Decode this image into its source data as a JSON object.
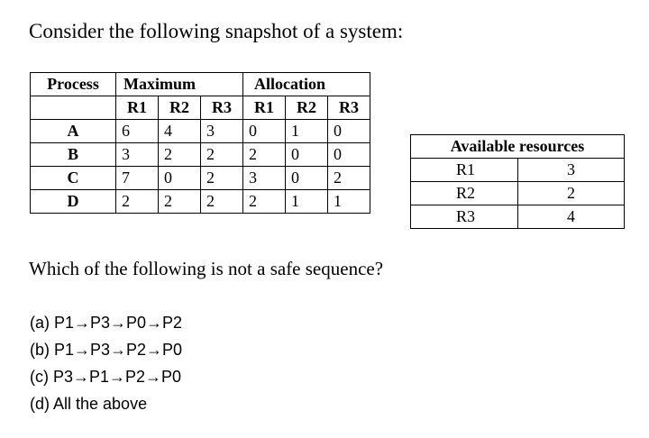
{
  "intro": "Consider the following snapshot of a system:",
  "snapshot": {
    "process_header": "Process",
    "maximum_header": "Maximum",
    "allocation_header": "Allocation",
    "subheaders": [
      "R1",
      "R2",
      "R3",
      "R1",
      "R2",
      "R3"
    ],
    "rows": [
      {
        "process": "A",
        "max": [
          "6",
          "4",
          "3"
        ],
        "alloc": [
          "0",
          "1",
          "0"
        ]
      },
      {
        "process": "B",
        "max": [
          "3",
          "2",
          "2"
        ],
        "alloc": [
          "2",
          "0",
          "0"
        ]
      },
      {
        "process": "C",
        "max": [
          "7",
          "0",
          "2"
        ],
        "alloc": [
          "3",
          "0",
          "2"
        ]
      },
      {
        "process": "D",
        "max": [
          "2",
          "2",
          "2"
        ],
        "alloc": [
          "2",
          "1",
          "1"
        ]
      }
    ]
  },
  "available": {
    "header": "Available resources",
    "rows": [
      {
        "resource": "R1",
        "value": "3"
      },
      {
        "resource": "R2",
        "value": "2"
      },
      {
        "resource": "R3",
        "value": "4"
      }
    ]
  },
  "question": "Which of the following is not a safe sequence?",
  "options": [
    "(a)  P1→P3→P0→P2",
    "(b)  P1→P3→P2→P0",
    "(c)  P3→P1→P2→P0",
    "(d)  All the above"
  ]
}
